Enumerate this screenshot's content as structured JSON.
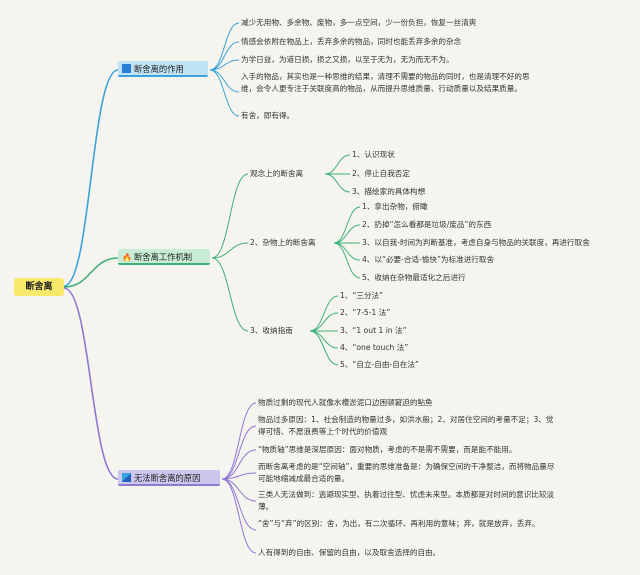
{
  "root": "断舍离",
  "branches": [
    {
      "label": "断舍离的作用",
      "icon": "blue-square-icon",
      "color": "#3ba3d9",
      "leaves": [
        "减少无用物、多余物、废物，多一点空间，少一份负担，恢复一丝清爽",
        "情感会依附在物品上，丢弃多余的物品，同时也能丢弃多余的杂念",
        "为学日益，为道日损，损之又损，以至于无为，无为而无不为。",
        "入手的物品，其实也是一种思维的结果，清理不需要的物品的同时，也是清理不好的思维，会令人更专注于关联度高的物品，从而提升思维质量、行动质量以及结果质量。",
        "有舍，即有得。"
      ]
    },
    {
      "label": "断舍离工作机制",
      "icon": "fire-icon",
      "color": "#3fb07a",
      "groups": [
        {
          "label": "观念上的断舍离",
          "items": [
            "1、认识现状",
            "2、停止自我否定",
            "3、描绘家的具体构想"
          ]
        },
        {
          "label": "2、杂物上的断舍离",
          "items": [
            "1、拿出杂物，俯瞰",
            "2、扔掉“怎么看都是垃圾/废品”的东西",
            "3、以自我-时间为判断基准，考虑自身与物品的关联度，再进行取舍",
            "4、以“必要-合适-愉快”为标准进行取舍",
            "5、收纳在杂物最适化之后进行"
          ]
        },
        {
          "label": "3、收纳指南",
          "items": [
            "1、“三分法”",
            "2、“7-5-1 法”",
            "3、“1 out 1 in 法”",
            "4、“one touch 法”",
            "5、“自立-自由-自在法”"
          ]
        }
      ]
    },
    {
      "label": "无法断舍离的原因",
      "icon": "blue-square-icon",
      "color": "#8d79d4",
      "leaves": [
        "物质过剩的现代人就像水槽淤泥口边困顿窘迫的鲇鱼",
        "物品过多原因：1、社会制造的物量过多，如洪水般；2、对居住空间的考量不足；3、觉得可惜、不愿浪费等上个时代的价值观",
        "“物质轴”思维是深层原因：面对物质，考虑的不是需不需要，而是能不能用。",
        "而断舍离考虑的是“空间轴”，重要的思维准备是：为确保空间的干净整洁，而将物品量尽可能地缩减成最合适的量。",
        "三类人无法做到：逃避现实型、执着过往型、忧虑未来型。本质都是对时间的意识比较淡薄。",
        "“舍”与“弃”的区别：舍，为出，有二次循环、再利用的意味；弃，就是放弃，丢弃。",
        "人有得到的自由、保留的自由，以及取舍选择的自由。"
      ]
    }
  ]
}
